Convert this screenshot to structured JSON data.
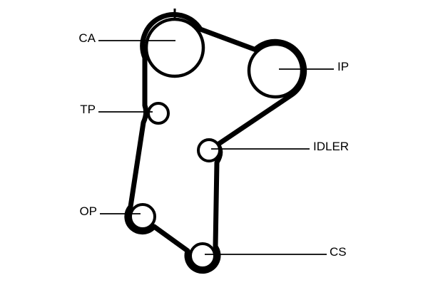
{
  "diagram": {
    "type": "timing-belt-routing",
    "colors": {
      "background": "#ffffff",
      "line": "#000000"
    },
    "labels": {
      "ca": "CA",
      "ip": "IP",
      "tp": "TP",
      "idler": "IDLER",
      "op": "OP",
      "cs": "CS"
    },
    "pulleys": [
      {
        "id": "ca",
        "label": "CA",
        "label_side": "left"
      },
      {
        "id": "ip",
        "label": "IP",
        "label_side": "right"
      },
      {
        "id": "tp",
        "label": "TP",
        "label_side": "left"
      },
      {
        "id": "idler",
        "label": "IDLER",
        "label_side": "right"
      },
      {
        "id": "op",
        "label": "OP",
        "label_side": "left"
      },
      {
        "id": "cs",
        "label": "CS",
        "label_side": "right"
      }
    ]
  }
}
